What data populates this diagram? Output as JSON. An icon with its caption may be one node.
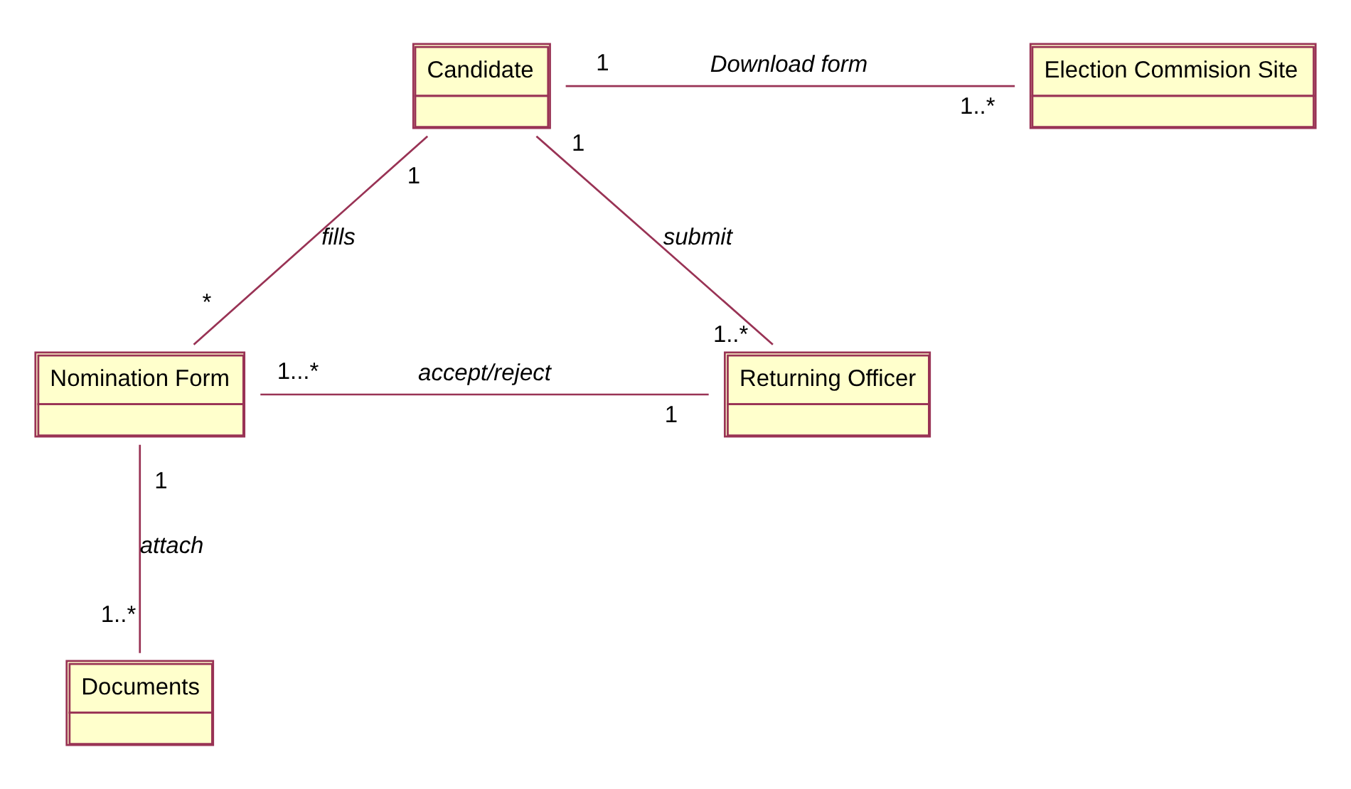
{
  "diagram": {
    "nodes": [
      {
        "text": [
          "Candidate"
        ]
      },
      {
        "text": [
          "Election Commision Site"
        ]
      },
      {
        "text": [
          "Nomination Form"
        ]
      },
      {
        "text": [
          "Returning Officer"
        ]
      },
      {
        "text": [
          "Documents"
        ]
      }
    ],
    "edges": [
      {
        "from": 0,
        "to": 1,
        "arrow": "none",
        "label": "Download form"
      },
      {
        "from": 0,
        "to": 3,
        "arrow": "none",
        "label": "submit"
      },
      {
        "from": 0,
        "to": 2,
        "arrow": "none",
        "label": "fills"
      },
      {
        "from": 2,
        "to": 3,
        "arrow": "none",
        "label": "accept/reject"
      },
      {
        "from": 2,
        "to": 4,
        "arrow": "none",
        "label": "attach"
      }
    ],
    "labels": [
      "1",
      "1..*",
      "1",
      "1",
      "*",
      "1..*",
      "1...*",
      "1",
      "1",
      "1..*"
    ]
  }
}
